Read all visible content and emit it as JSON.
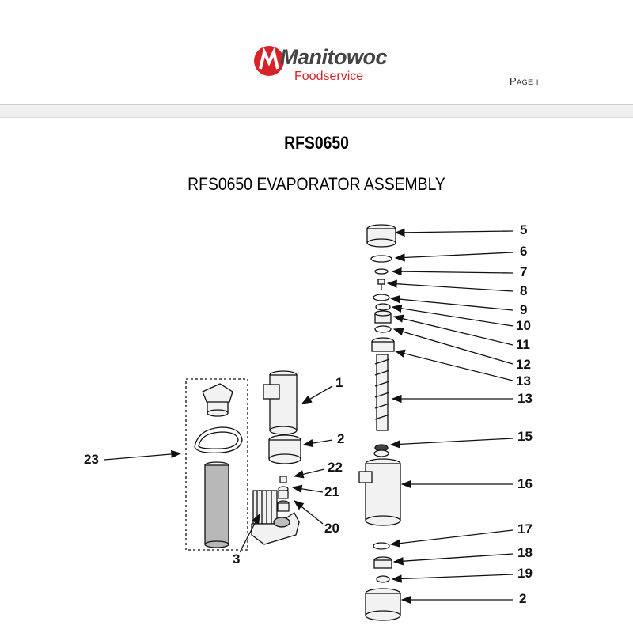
{
  "header": {
    "logo_word": "Manitowoc",
    "logo_sub": "Foodservice",
    "page_label": "Page",
    "page_number": "i"
  },
  "document": {
    "title": "RFS0650",
    "subtitle": "RFS0650 EVAPORATOR ASSEMBLY"
  },
  "callouts": [
    "1",
    "2",
    "3",
    "5",
    "6",
    "7",
    "8",
    "9",
    "10",
    "11",
    "12",
    "13",
    "13",
    "15",
    "16",
    "17",
    "18",
    "19",
    "2",
    "20",
    "21",
    "22",
    "23"
  ],
  "colors": {
    "brand_red": "#d8232a",
    "line": "#111111",
    "part_fill": "#f2f2f2",
    "shade": "#bdbdbd"
  }
}
